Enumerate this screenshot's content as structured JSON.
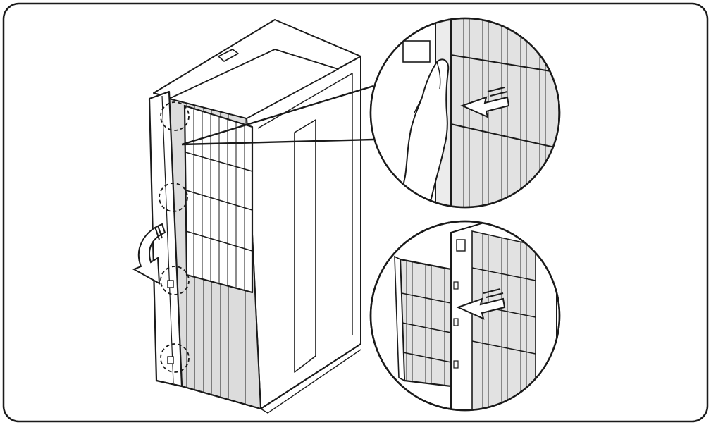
{
  "figure": {
    "type": "instruction-illustration",
    "line_color": "#1a1a1a",
    "shade_color": "#d6d6d6",
    "background": "#ffffff",
    "icons": [
      "hand-icon",
      "pull-arrow-icon",
      "rotate-arrow-icon",
      "dashed-circle-marker"
    ],
    "views": [
      {
        "name": "main-view"
      },
      {
        "name": "detail-top"
      },
      {
        "name": "detail-bottom"
      }
    ]
  }
}
